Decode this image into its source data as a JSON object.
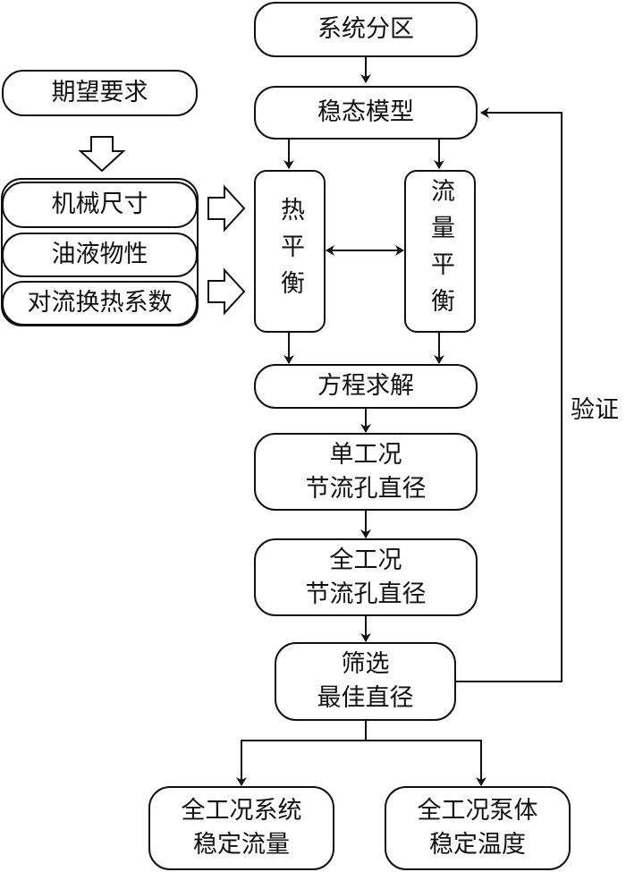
{
  "diagram": {
    "type": "flowchart",
    "nodes": {
      "expectation": "期望要求",
      "mechanical_size": "机械尺寸",
      "oil_properties": "油液物性",
      "convective_coeff": "对流换热系数",
      "system_partition": "系统分区",
      "steady_model": "稳态模型",
      "heat_balance": "热平衡",
      "flow_balance": "流量平衡",
      "equation_solve": "方程求解",
      "single_condition": "单工况\n节流孔直径",
      "all_condition": "全工况\n节流孔直径",
      "select_best": "筛选\n最佳直径",
      "system_flow": "全工况系统\n稳定流量",
      "pump_temp": "全工况泵体\n稳定温度"
    },
    "feedback_label": "验证",
    "edges": [
      [
        "系统分区",
        "稳态模型"
      ],
      [
        "稳态模型",
        "热平衡"
      ],
      [
        "稳态模型",
        "流量平衡"
      ],
      [
        "热平衡",
        "流量平衡",
        "bidirectional"
      ],
      [
        "热平衡",
        "方程求解"
      ],
      [
        "流量平衡",
        "方程求解"
      ],
      [
        "方程求解",
        "单工况节流孔直径"
      ],
      [
        "单工况节流孔直径",
        "全工况节流孔直径"
      ],
      [
        "全工况节流孔直径",
        "筛选最佳直径"
      ],
      [
        "筛选最佳直径",
        "稳态模型",
        "验证"
      ],
      [
        "筛选最佳直径",
        "全工况系统稳定流量"
      ],
      [
        "筛选最佳直径",
        "全工况泵体稳定温度"
      ],
      [
        "期望要求",
        "输入参数组",
        "hollow-arrow"
      ],
      [
        "输入参数组",
        "热平衡",
        "hollow-arrow"
      ]
    ]
  }
}
